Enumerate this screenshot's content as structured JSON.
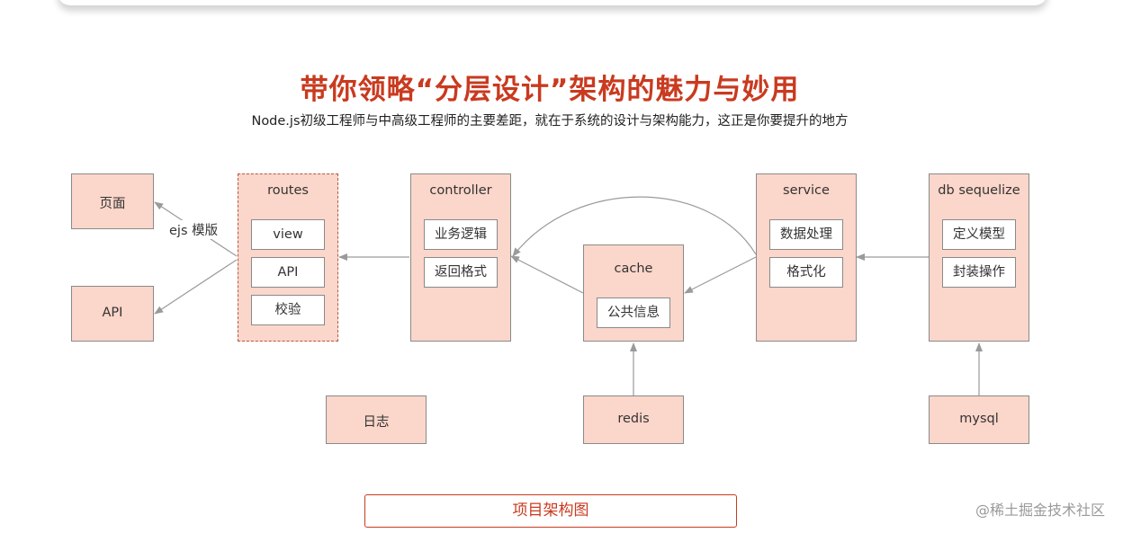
{
  "header": {
    "title": "带你领略“分层设计”架构的魅力与妙用",
    "subtitle": "Node.js初级工程师与中高级工程师的主要差距，就在于系统的设计与架构能力，这正是你要提升的地方"
  },
  "diagram": {
    "page_box": {
      "label": "页面"
    },
    "api_box": {
      "label": "API"
    },
    "routes": {
      "label": "routes",
      "items": [
        "view",
        "API",
        "校验"
      ]
    },
    "controller": {
      "label": "controller",
      "items": [
        "业务逻辑",
        "返回格式"
      ]
    },
    "cache": {
      "label": "cache",
      "items": [
        "公共信息"
      ]
    },
    "service": {
      "label": "service",
      "items": [
        "数据处理",
        "格式化"
      ]
    },
    "db": {
      "label": "db sequelize",
      "items": [
        "定义模型",
        "封装操作"
      ]
    },
    "log": {
      "label": "日志"
    },
    "redis": {
      "label": "redis"
    },
    "mysql": {
      "label": "mysql"
    },
    "edge_label": "ejs 模版"
  },
  "footer": {
    "caption": "项目架构图",
    "watermark": "@稀土掘金技术社区"
  },
  "colors": {
    "accent": "#c93a1f",
    "box_fill": "#fbd6ca",
    "arrow": "#9a9a9a"
  }
}
